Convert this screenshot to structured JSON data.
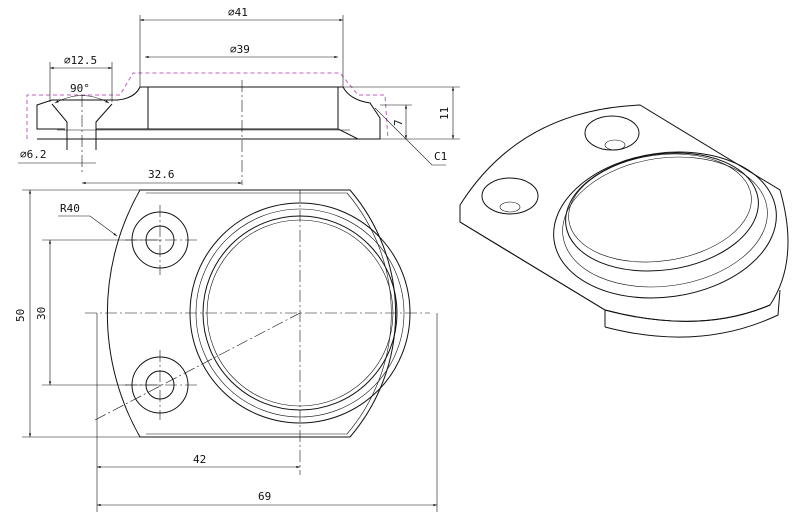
{
  "drawing": {
    "section_view": {
      "dim_outer_diameter": "∅41",
      "dim_inner_diameter": "∅39",
      "dim_countersink_diameter": "∅12.5",
      "dim_countersink_angle": "90°",
      "dim_hole_diameter": "∅6.2",
      "dim_hole_offset": "32.6",
      "dim_chamfer": "C1",
      "dim_total_height": "11",
      "dim_flange_height": "7"
    },
    "plan_view": {
      "dim_radius": "R40",
      "dim_height": "50",
      "dim_hole_spacing": "30",
      "dim_center_offset": "42",
      "dim_width": "69"
    }
  }
}
